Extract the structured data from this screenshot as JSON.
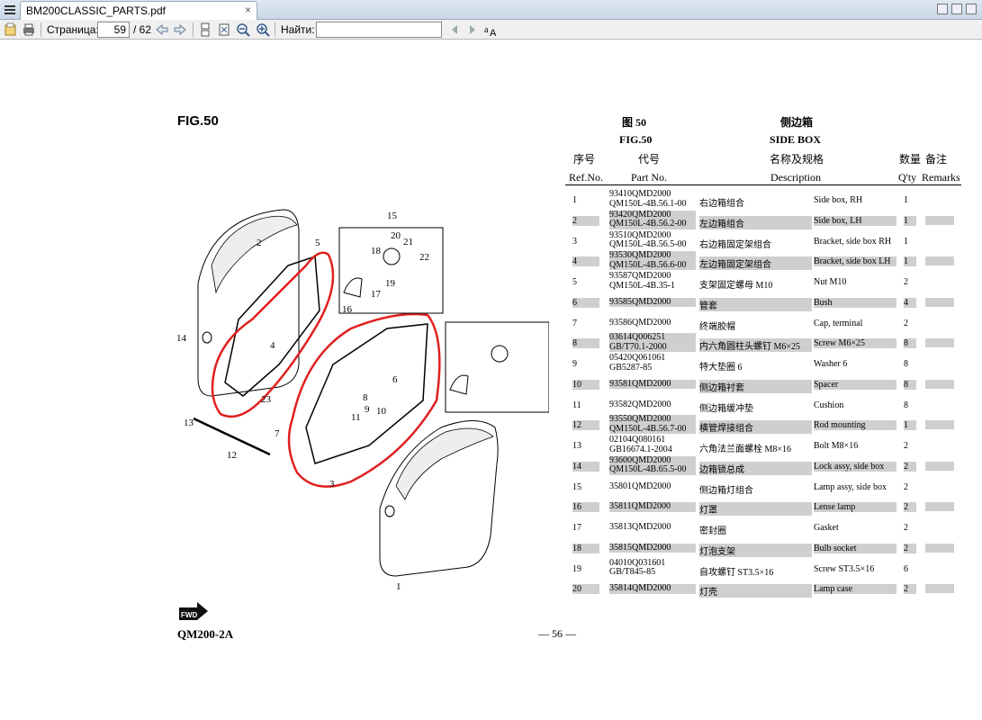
{
  "window": {
    "tab_title": "BM200CLASSIC_PARTS.pdf",
    "tab_close": "×"
  },
  "toolbar": {
    "page_label": "Страница:",
    "page_current": "59",
    "page_total": "/ 62",
    "find_label": "Найти:",
    "find_value": ""
  },
  "document": {
    "fig_label": "FIG.50",
    "header": {
      "cn_fig": "图 50",
      "cn_title": "侧边箱",
      "en_fig": "FIG.50",
      "en_title": "SIDE BOX",
      "col_ref_cn": "序号",
      "col_part_cn": "代号",
      "col_name_cn": "名称及规格",
      "col_qty_cn": "数量",
      "col_rem_cn": "备注",
      "col_ref_en": "Ref.No.",
      "col_part_en": "Part No.",
      "col_desc_en": "Description",
      "col_qty_en": "Q'ty",
      "col_rem_en": "Remarks"
    },
    "rows": [
      {
        "ref": "1",
        "part1": "93410QMD2000",
        "part2": "QM150L-4B.56.1-00",
        "cn": "右边箱组合",
        "desc": "Side box, RH",
        "qty": "1",
        "shaded": false
      },
      {
        "ref": "2",
        "part1": "93420QMD2000",
        "part2": "QM150L-4B.56.2-00",
        "cn": "左边箱组合",
        "desc": "Side box, LH",
        "qty": "1",
        "shaded": true
      },
      {
        "ref": "3",
        "part1": "93510QMD2000",
        "part2": "QM150L-4B.56.5-00",
        "cn": "右边箱固定架组合",
        "desc": "Bracket, side box RH",
        "qty": "1",
        "shaded": false
      },
      {
        "ref": "4",
        "part1": "93530QMD2000",
        "part2": "QM150L-4B.56.6-00",
        "cn": "左边箱固定架组合",
        "desc": "Bracket, side box LH",
        "qty": "1",
        "shaded": true
      },
      {
        "ref": "5",
        "part1": "93587QMD2000",
        "part2": "QM150L-4B.35-1",
        "cn": "支架固定螺母 M10",
        "desc": "Nut M10",
        "qty": "2",
        "shaded": false
      },
      {
        "ref": "6",
        "part1": "93585QMD2000",
        "part2": "",
        "cn": "管套",
        "desc": "Bush",
        "qty": "4",
        "shaded": true
      },
      {
        "ref": "7",
        "part1": "93586QMD2000",
        "part2": "",
        "cn": "终端胶帽",
        "desc": "Cap, terminal",
        "qty": "2",
        "shaded": false
      },
      {
        "ref": "8",
        "part1": "03614Q006251",
        "part2": "GB/T70.1-2000",
        "cn": "内六角圆柱头螺钉 M6×25",
        "desc": "Screw M6×25",
        "qty": "8",
        "shaded": true
      },
      {
        "ref": "9",
        "part1": "05420Q061061",
        "part2": "GB5287-85",
        "cn": "特大垫圈 6",
        "desc": "Washer 6",
        "qty": "8",
        "shaded": false
      },
      {
        "ref": "10",
        "part1": "93581QMD2000",
        "part2": "",
        "cn": "侧边箱衬套",
        "desc": "Spacer",
        "qty": "8",
        "shaded": true
      },
      {
        "ref": "11",
        "part1": "93582QMD2000",
        "part2": "",
        "cn": "侧边箱缓冲垫",
        "desc": "Cushion",
        "qty": "8",
        "shaded": false
      },
      {
        "ref": "12",
        "part1": "93550QMD2000",
        "part2": "QM150L-4B.56.7-00",
        "cn": "横管焊接组合",
        "desc": "Rod mounting",
        "qty": "1",
        "shaded": true
      },
      {
        "ref": "13",
        "part1": "02104Q080161",
        "part2": "GB16674.1-2004",
        "cn": "六角法兰面螺栓  M8×16",
        "desc": "Bolt M8×16",
        "qty": "2",
        "shaded": false
      },
      {
        "ref": "14",
        "part1": "93600QMD2000",
        "part2": "QM150L-4B.65.5-00",
        "cn": "边箱锁总成",
        "desc": "Lock assy, side box",
        "qty": "2",
        "shaded": true
      },
      {
        "ref": "15",
        "part1": "35801QMD2000",
        "part2": "",
        "cn": "侧边箱灯组合",
        "desc": "Lamp assy, side box",
        "qty": "2",
        "shaded": false
      },
      {
        "ref": "16",
        "part1": "35811QMD2000",
        "part2": "",
        "cn": "灯罩",
        "desc": "Lense lamp",
        "qty": "2",
        "shaded": true
      },
      {
        "ref": "17",
        "part1": "35813QMD2000",
        "part2": "",
        "cn": "密封圈",
        "desc": "Gasket",
        "qty": "2",
        "shaded": false
      },
      {
        "ref": "18",
        "part1": "35815QMD2000",
        "part2": "",
        "cn": "灯泡支架",
        "desc": "Bulb socket",
        "qty": "2",
        "shaded": true
      },
      {
        "ref": "19",
        "part1": "04010Q031601",
        "part2": "GB/T845-85",
        "cn": "自攻螺钉 ST3.5×16",
        "desc": "Screw ST3.5×16",
        "qty": "6",
        "shaded": false
      },
      {
        "ref": "20",
        "part1": "35814QMD2000",
        "part2": "",
        "cn": "灯壳",
        "desc": "Lamp case",
        "qty": "2",
        "shaded": true
      }
    ],
    "footer_model": "QM200-2A",
    "footer_page": "— 56 —",
    "logo_text": "FWD",
    "diagram_callouts": [
      "1",
      "2",
      "3",
      "4",
      "5",
      "6",
      "7",
      "8",
      "9",
      "10",
      "11",
      "12",
      "13",
      "14",
      "15",
      "16",
      "17",
      "18",
      "19",
      "20",
      "21",
      "22",
      "23"
    ]
  }
}
